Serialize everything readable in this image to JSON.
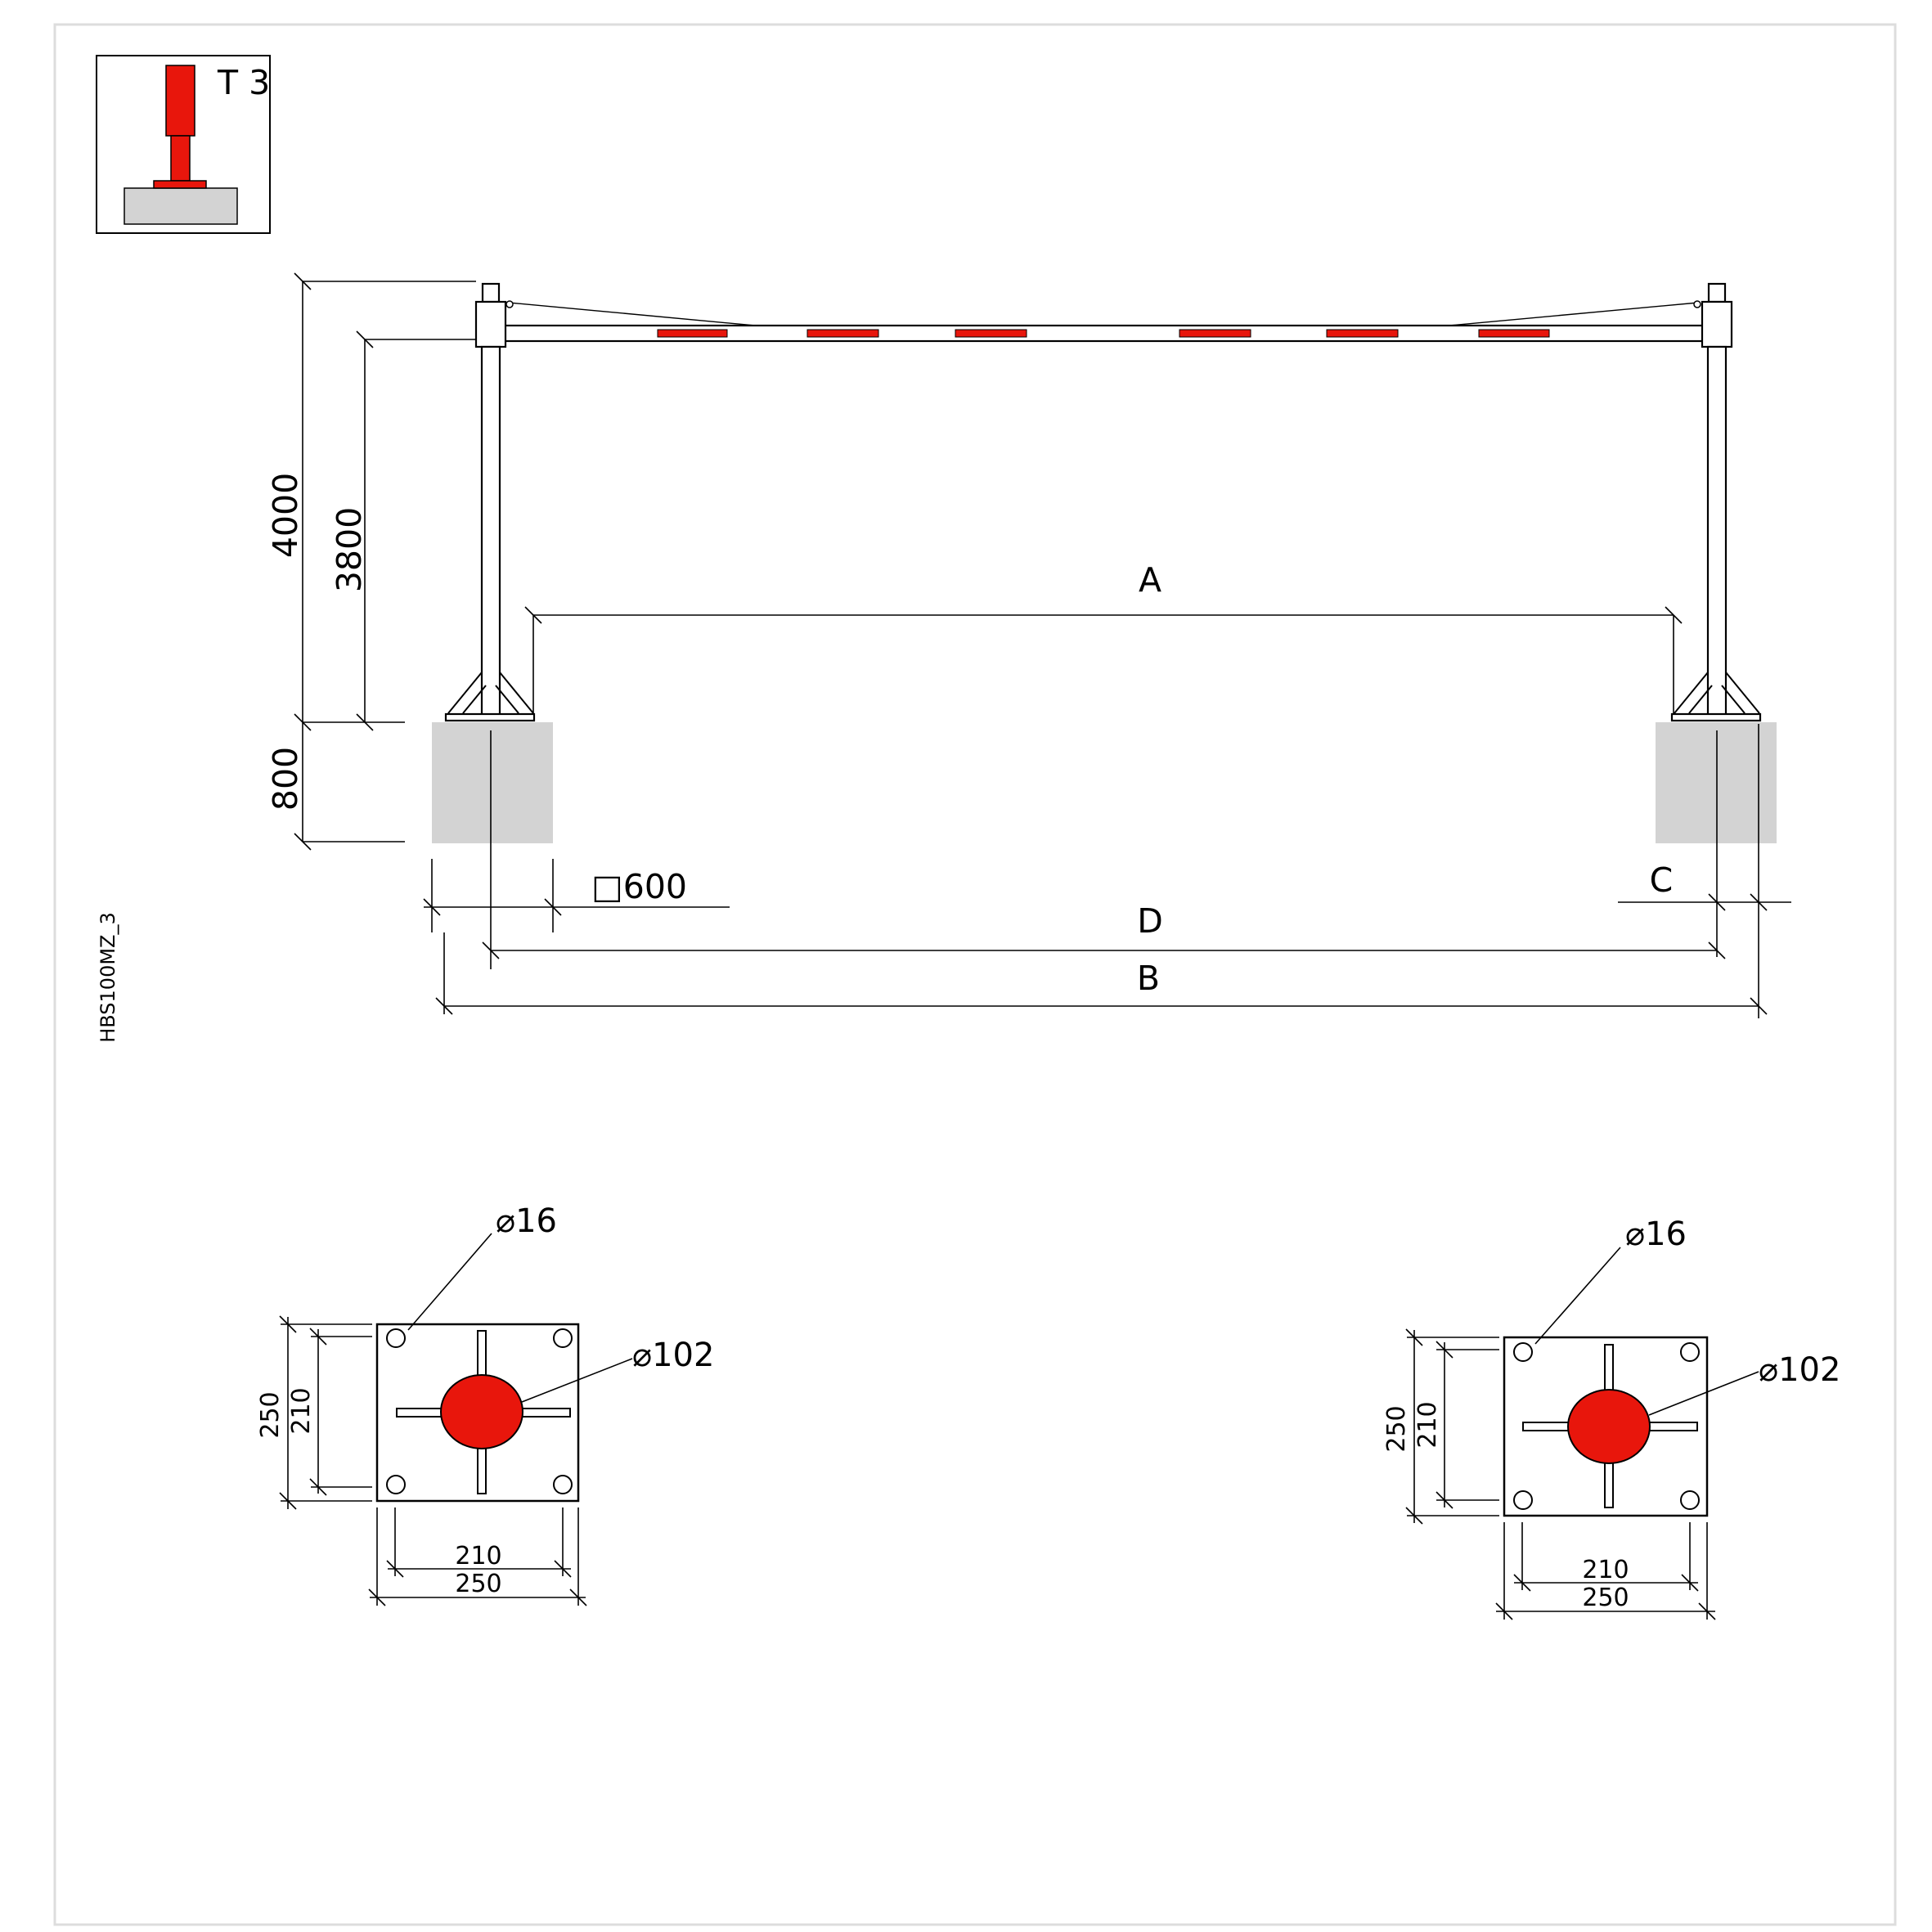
{
  "sheet_code": "HBS100MZ_3",
  "icon": {
    "label": "T 3",
    "name": "barrier-post-icon",
    "accent": "#e8160c",
    "base_color": "#d3d3d3"
  },
  "colors": {
    "accent": "#e8160c",
    "foundation": "#d3d3d3",
    "frame": "#dddddd"
  },
  "elevation": {
    "dims": {
      "total_height": "4000",
      "beam_height": "3800",
      "foundation_depth": "800",
      "foundation_size": "□600",
      "clear_width": "A",
      "post_center": "D",
      "overall_width": "B",
      "overhang": "C"
    }
  },
  "plates": [
    {
      "id": "left",
      "hole": "⌀16",
      "post": "⌀102",
      "h_outer": "250",
      "h_inner": "210",
      "w_inner": "210",
      "w_outer": "250"
    },
    {
      "id": "right",
      "hole": "⌀16",
      "post": "⌀102",
      "h_outer": "250",
      "h_inner": "210",
      "w_inner": "210",
      "w_outer": "250"
    }
  ]
}
